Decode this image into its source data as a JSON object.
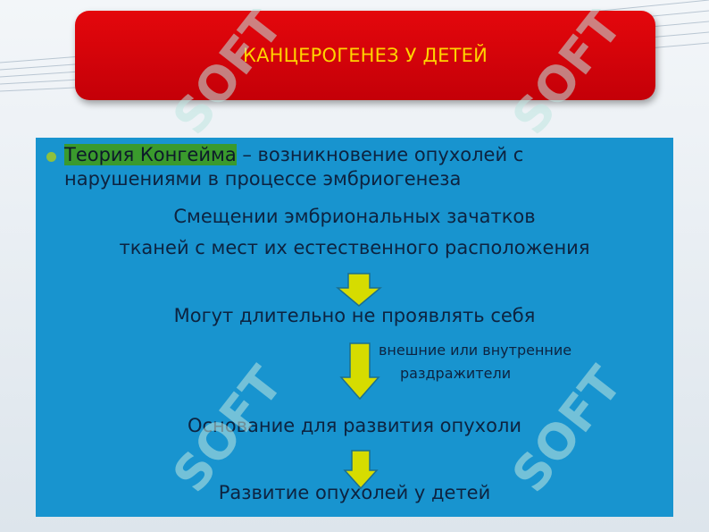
{
  "title": "КАНЦЕРОГЕНЕЗ У ДЕТЕЙ",
  "watermark": "SOFT",
  "colors": {
    "title_bg": "#d4040a",
    "title_text": "#ffd400",
    "content_bg": "#1894cf",
    "text": "#0d2340",
    "highlight": "#3a9a2d",
    "bullet": "#8ec13f",
    "arrow_fill": "#d6dc00",
    "arrow_stroke": "#1a6e8f"
  },
  "content": {
    "term": "Теория Конгейма",
    "definition": " – возникновение опухолей с нарушениями в процессе эмбриогенеза",
    "line1": "Смещении эмбриональных зачатков",
    "line2": "тканей с мест их естественного расположения",
    "line3": "Могут длительно не проявлять себя",
    "note_line1": "внешние или внутренние",
    "note_line2": "раздражители",
    "line4": "Основание для развития опухоли",
    "line5": "Развитие опухолей у детей"
  }
}
